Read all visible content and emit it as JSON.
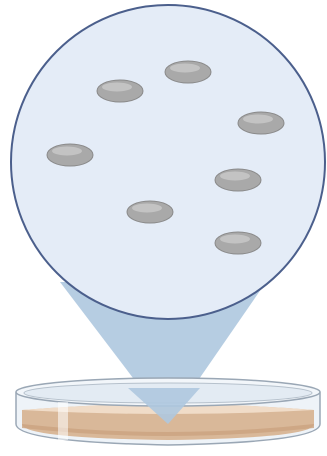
{
  "illustration": {
    "subject": "magnified-bacterial-colonies-on-petri-dish",
    "colony_count": 7,
    "icons": {
      "magnifier": "magnified-view-circle",
      "dish": "petri-dish-icon",
      "colony": "colony-icon"
    }
  },
  "colors": {
    "magnifier_fill": "#e4ecf7",
    "magnifier_stroke": "#4b5f8c",
    "beam_fill": "#aec8df",
    "colony_fill": "#a9a9a9",
    "colony_highlight": "#c9c9c9",
    "colony_stroke": "#8a8a8a",
    "dish_rim": "#e6eef7",
    "dish_stroke": "#9aa7b5",
    "agar_fill": "#d9b899",
    "agar_dark": "#caa27f",
    "agar_light": "#f0dcc8"
  }
}
